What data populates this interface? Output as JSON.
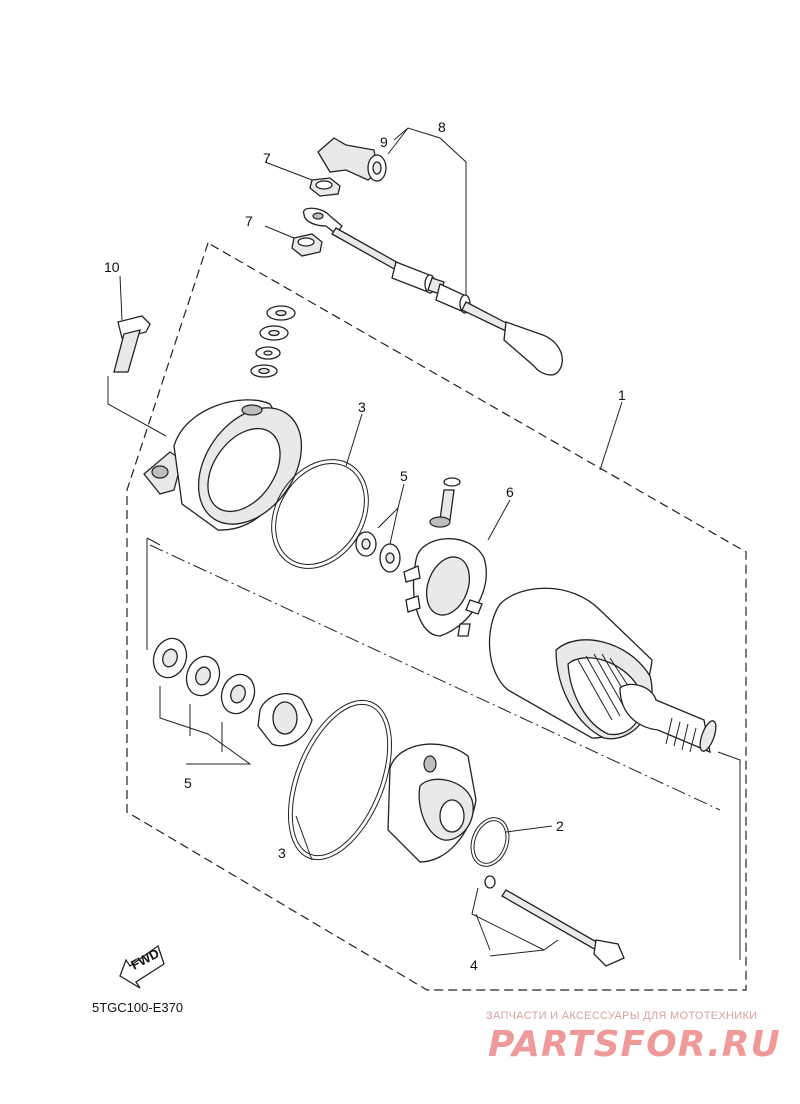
{
  "diagram": {
    "callouts": {
      "c1": "1",
      "c2": "2",
      "c3a": "3",
      "c3b": "3",
      "c4": "4",
      "c5a": "5",
      "c5b": "5",
      "c6": "6",
      "c7a": "7",
      "c7b": "7",
      "c8": "8",
      "c9": "9",
      "c10": "10"
    },
    "diagram_code": "5TGC100-E370",
    "fwd_label": "FWD"
  },
  "watermark": {
    "tagline": "ЗАПЧАСТИ И АКСЕССУАРЫ ДЛЯ МОТОТЕХНИКИ",
    "logo": "PARTSFOR.RU"
  }
}
